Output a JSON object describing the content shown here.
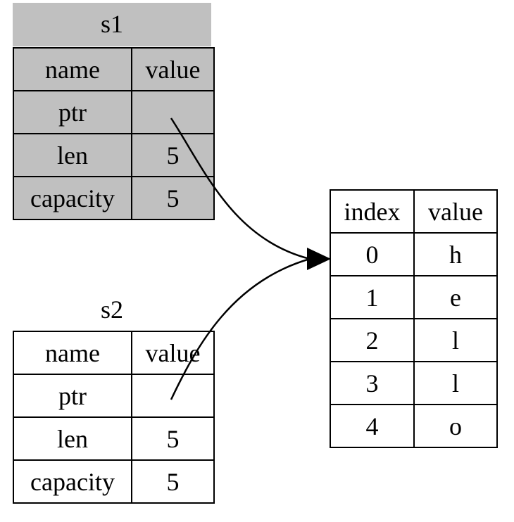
{
  "s1": {
    "title": "s1",
    "header": [
      "name",
      "value"
    ],
    "rows": [
      [
        "ptr",
        ""
      ],
      [
        "len",
        "5"
      ],
      [
        "capacity",
        "5"
      ]
    ]
  },
  "s2": {
    "title": "s2",
    "header": [
      "name",
      "value"
    ],
    "rows": [
      [
        "ptr",
        ""
      ],
      [
        "len",
        "5"
      ],
      [
        "capacity",
        "5"
      ]
    ]
  },
  "heap": {
    "header": [
      "index",
      "value"
    ],
    "rows": [
      [
        "0",
        "h"
      ],
      [
        "1",
        "e"
      ],
      [
        "2",
        "l"
      ],
      [
        "3",
        "l"
      ],
      [
        "4",
        "o"
      ]
    ]
  },
  "colors": {
    "dropped_fill": "#c0c0c0",
    "stroke": "#000000"
  }
}
